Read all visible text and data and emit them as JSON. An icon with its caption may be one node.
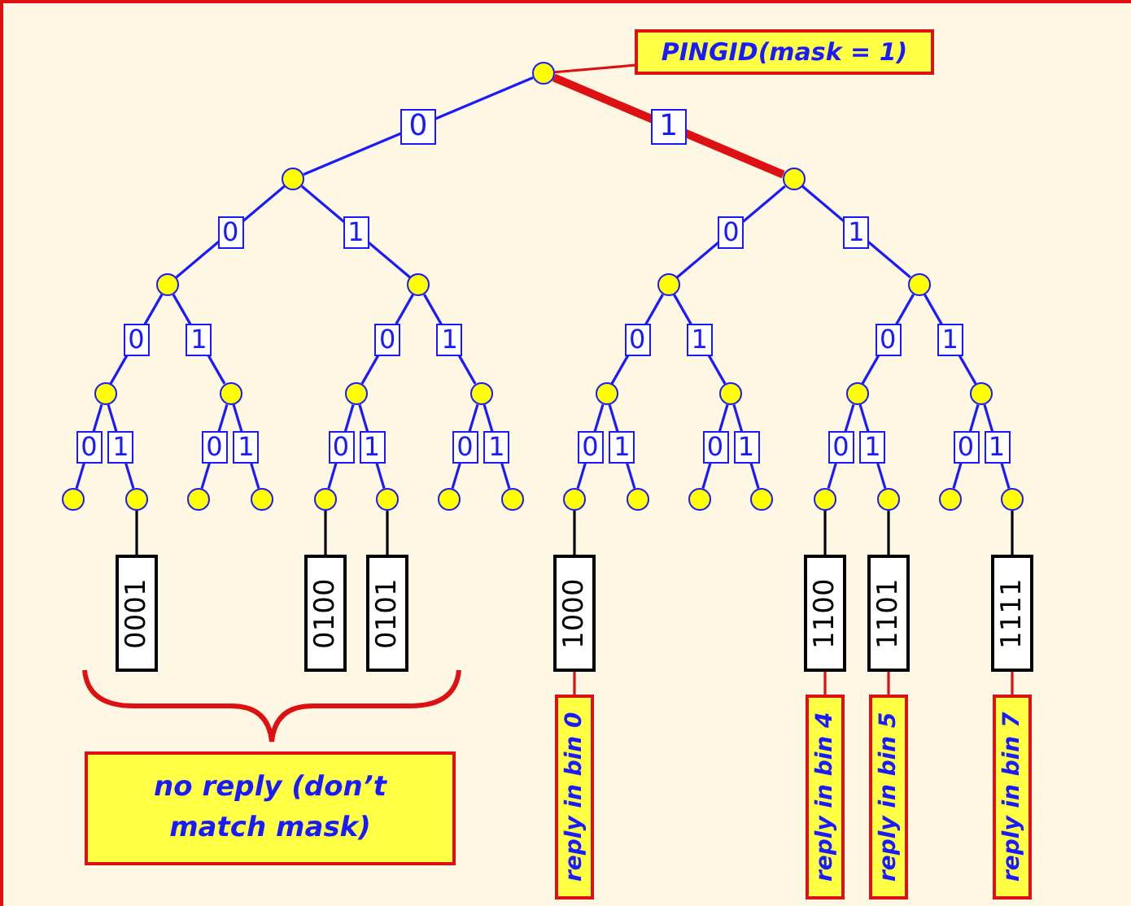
{
  "diagram": {
    "nodes": [
      {
        "text": [
          "PINGID(mask = 1)"
        ]
      },
      {
        "text": [],
        "shape": "circle"
      },
      {
        "text": [],
        "shape": "circle"
      },
      {
        "text": [],
        "shape": "circle"
      },
      {
        "text": [],
        "shape": "circle"
      },
      {
        "text": [],
        "shape": "circle"
      },
      {
        "text": [],
        "shape": "circle"
      },
      {
        "text": [],
        "shape": "circle"
      },
      {
        "text": [],
        "shape": "circle"
      },
      {
        "text": [],
        "shape": "circle"
      },
      {
        "text": [],
        "shape": "circle"
      },
      {
        "text": [],
        "shape": "circle"
      },
      {
        "text": [],
        "shape": "circle"
      },
      {
        "text": [],
        "shape": "circle"
      },
      {
        "text": [],
        "shape": "circle"
      },
      {
        "text": [],
        "shape": "circle"
      },
      {
        "text": [],
        "shape": "circle"
      },
      {
        "text": [],
        "shape": "circle"
      },
      {
        "text": [],
        "shape": "circle"
      },
      {
        "text": [],
        "shape": "circle"
      },
      {
        "text": [],
        "shape": "circle"
      },
      {
        "text": [],
        "shape": "circle"
      },
      {
        "text": [],
        "shape": "circle"
      },
      {
        "text": [],
        "shape": "circle"
      },
      {
        "text": [],
        "shape": "circle"
      },
      {
        "text": [],
        "shape": "circle"
      },
      {
        "text": [],
        "shape": "circle"
      },
      {
        "text": [],
        "shape": "circle"
      },
      {
        "text": [],
        "shape": "circle"
      },
      {
        "text": [],
        "shape": "circle"
      },
      {
        "text": [],
        "shape": "circle"
      },
      {
        "text": [],
        "shape": "circle"
      },
      {
        "text": [
          "0001"
        ]
      },
      {
        "text": [
          "0100"
        ]
      },
      {
        "text": [
          "0101"
        ]
      },
      {
        "text": [
          "1000"
        ]
      },
      {
        "text": [
          "1100"
        ]
      },
      {
        "text": [
          "1101"
        ]
      },
      {
        "text": [
          "1111"
        ]
      },
      {
        "text": [
          "no reply (don’t match mask)"
        ]
      },
      {
        "text": [
          "reply in bin 0"
        ]
      },
      {
        "text": [
          "reply in bin 4"
        ]
      },
      {
        "text": [
          "reply in bin 5"
        ]
      },
      {
        "text": [
          "reply in bin 7"
        ]
      }
    ],
    "edges": [
      {
        "from": 0,
        "to": 1,
        "arrow": "none",
        "color": "#dd1111"
      },
      {
        "from": 1,
        "to": 2,
        "arrow": "none",
        "label": "0"
      },
      {
        "from": 1,
        "to": 3,
        "arrow": "none",
        "label": "1",
        "style": "thick",
        "color": "#dd1111"
      },
      {
        "from": 2,
        "to": 4,
        "arrow": "none",
        "label": "0"
      },
      {
        "from": 2,
        "to": 5,
        "arrow": "none",
        "label": "1"
      },
      {
        "from": 3,
        "to": 6,
        "arrow": "none",
        "label": "0"
      },
      {
        "from": 3,
        "to": 7,
        "arrow": "none",
        "label": "1"
      },
      {
        "from": 4,
        "to": 8,
        "arrow": "none",
        "label": "0"
      },
      {
        "from": 4,
        "to": 9,
        "arrow": "none",
        "label": "1"
      },
      {
        "from": 5,
        "to": 10,
        "arrow": "none",
        "label": "0"
      },
      {
        "from": 5,
        "to": 11,
        "arrow": "none",
        "label": "1"
      },
      {
        "from": 6,
        "to": 12,
        "arrow": "none",
        "label": "0"
      },
      {
        "from": 6,
        "to": 13,
        "arrow": "none",
        "label": "1"
      },
      {
        "from": 7,
        "to": 14,
        "arrow": "none",
        "label": "0"
      },
      {
        "from": 7,
        "to": 15,
        "arrow": "none",
        "label": "1"
      },
      {
        "from": 8,
        "to": 16,
        "arrow": "none",
        "label": "0"
      },
      {
        "from": 8,
        "to": 17,
        "arrow": "none",
        "label": "1"
      },
      {
        "from": 9,
        "to": 18,
        "arrow": "none",
        "label": "0"
      },
      {
        "from": 9,
        "to": 19,
        "arrow": "none",
        "label": "1"
      },
      {
        "from": 10,
        "to": 20,
        "arrow": "none",
        "label": "0"
      },
      {
        "from": 10,
        "to": 21,
        "arrow": "none",
        "label": "1"
      },
      {
        "from": 11,
        "to": 22,
        "arrow": "none",
        "label": "0"
      },
      {
        "from": 11,
        "to": 23,
        "arrow": "none",
        "label": "1"
      },
      {
        "from": 12,
        "to": 24,
        "arrow": "none",
        "label": "0"
      },
      {
        "from": 12,
        "to": 25,
        "arrow": "none",
        "label": "1"
      },
      {
        "from": 13,
        "to": 26,
        "arrow": "none",
        "label": "0"
      },
      {
        "from": 13,
        "to": 27,
        "arrow": "none",
        "label": "1"
      },
      {
        "from": 14,
        "to": 28,
        "arrow": "none",
        "label": "0"
      },
      {
        "from": 14,
        "to": 29,
        "arrow": "none",
        "label": "1"
      },
      {
        "from": 15,
        "to": 30,
        "arrow": "none",
        "label": "0"
      },
      {
        "from": 15,
        "to": 31,
        "arrow": "none",
        "label": "1"
      },
      {
        "from": 17,
        "to": 32,
        "arrow": "none",
        "color": "#000000"
      },
      {
        "from": 20,
        "to": 33,
        "arrow": "none",
        "color": "#000000"
      },
      {
        "from": 21,
        "to": 34,
        "arrow": "none",
        "color": "#000000"
      },
      {
        "from": 24,
        "to": 35,
        "arrow": "none",
        "color": "#000000"
      },
      {
        "from": 28,
        "to": 36,
        "arrow": "none",
        "color": "#000000"
      },
      {
        "from": 29,
        "to": 37,
        "arrow": "none",
        "color": "#000000"
      },
      {
        "from": 31,
        "to": 38,
        "arrow": "none",
        "color": "#000000"
      },
      {
        "from": 35,
        "to": 40,
        "arrow": "none",
        "color": "#dd1111"
      },
      {
        "from": 36,
        "to": 41,
        "arrow": "none",
        "color": "#dd1111"
      },
      {
        "from": 37,
        "to": 42,
        "arrow": "none",
        "color": "#dd1111"
      },
      {
        "from": 38,
        "to": 43,
        "arrow": "none",
        "color": "#dd1111"
      }
    ]
  }
}
